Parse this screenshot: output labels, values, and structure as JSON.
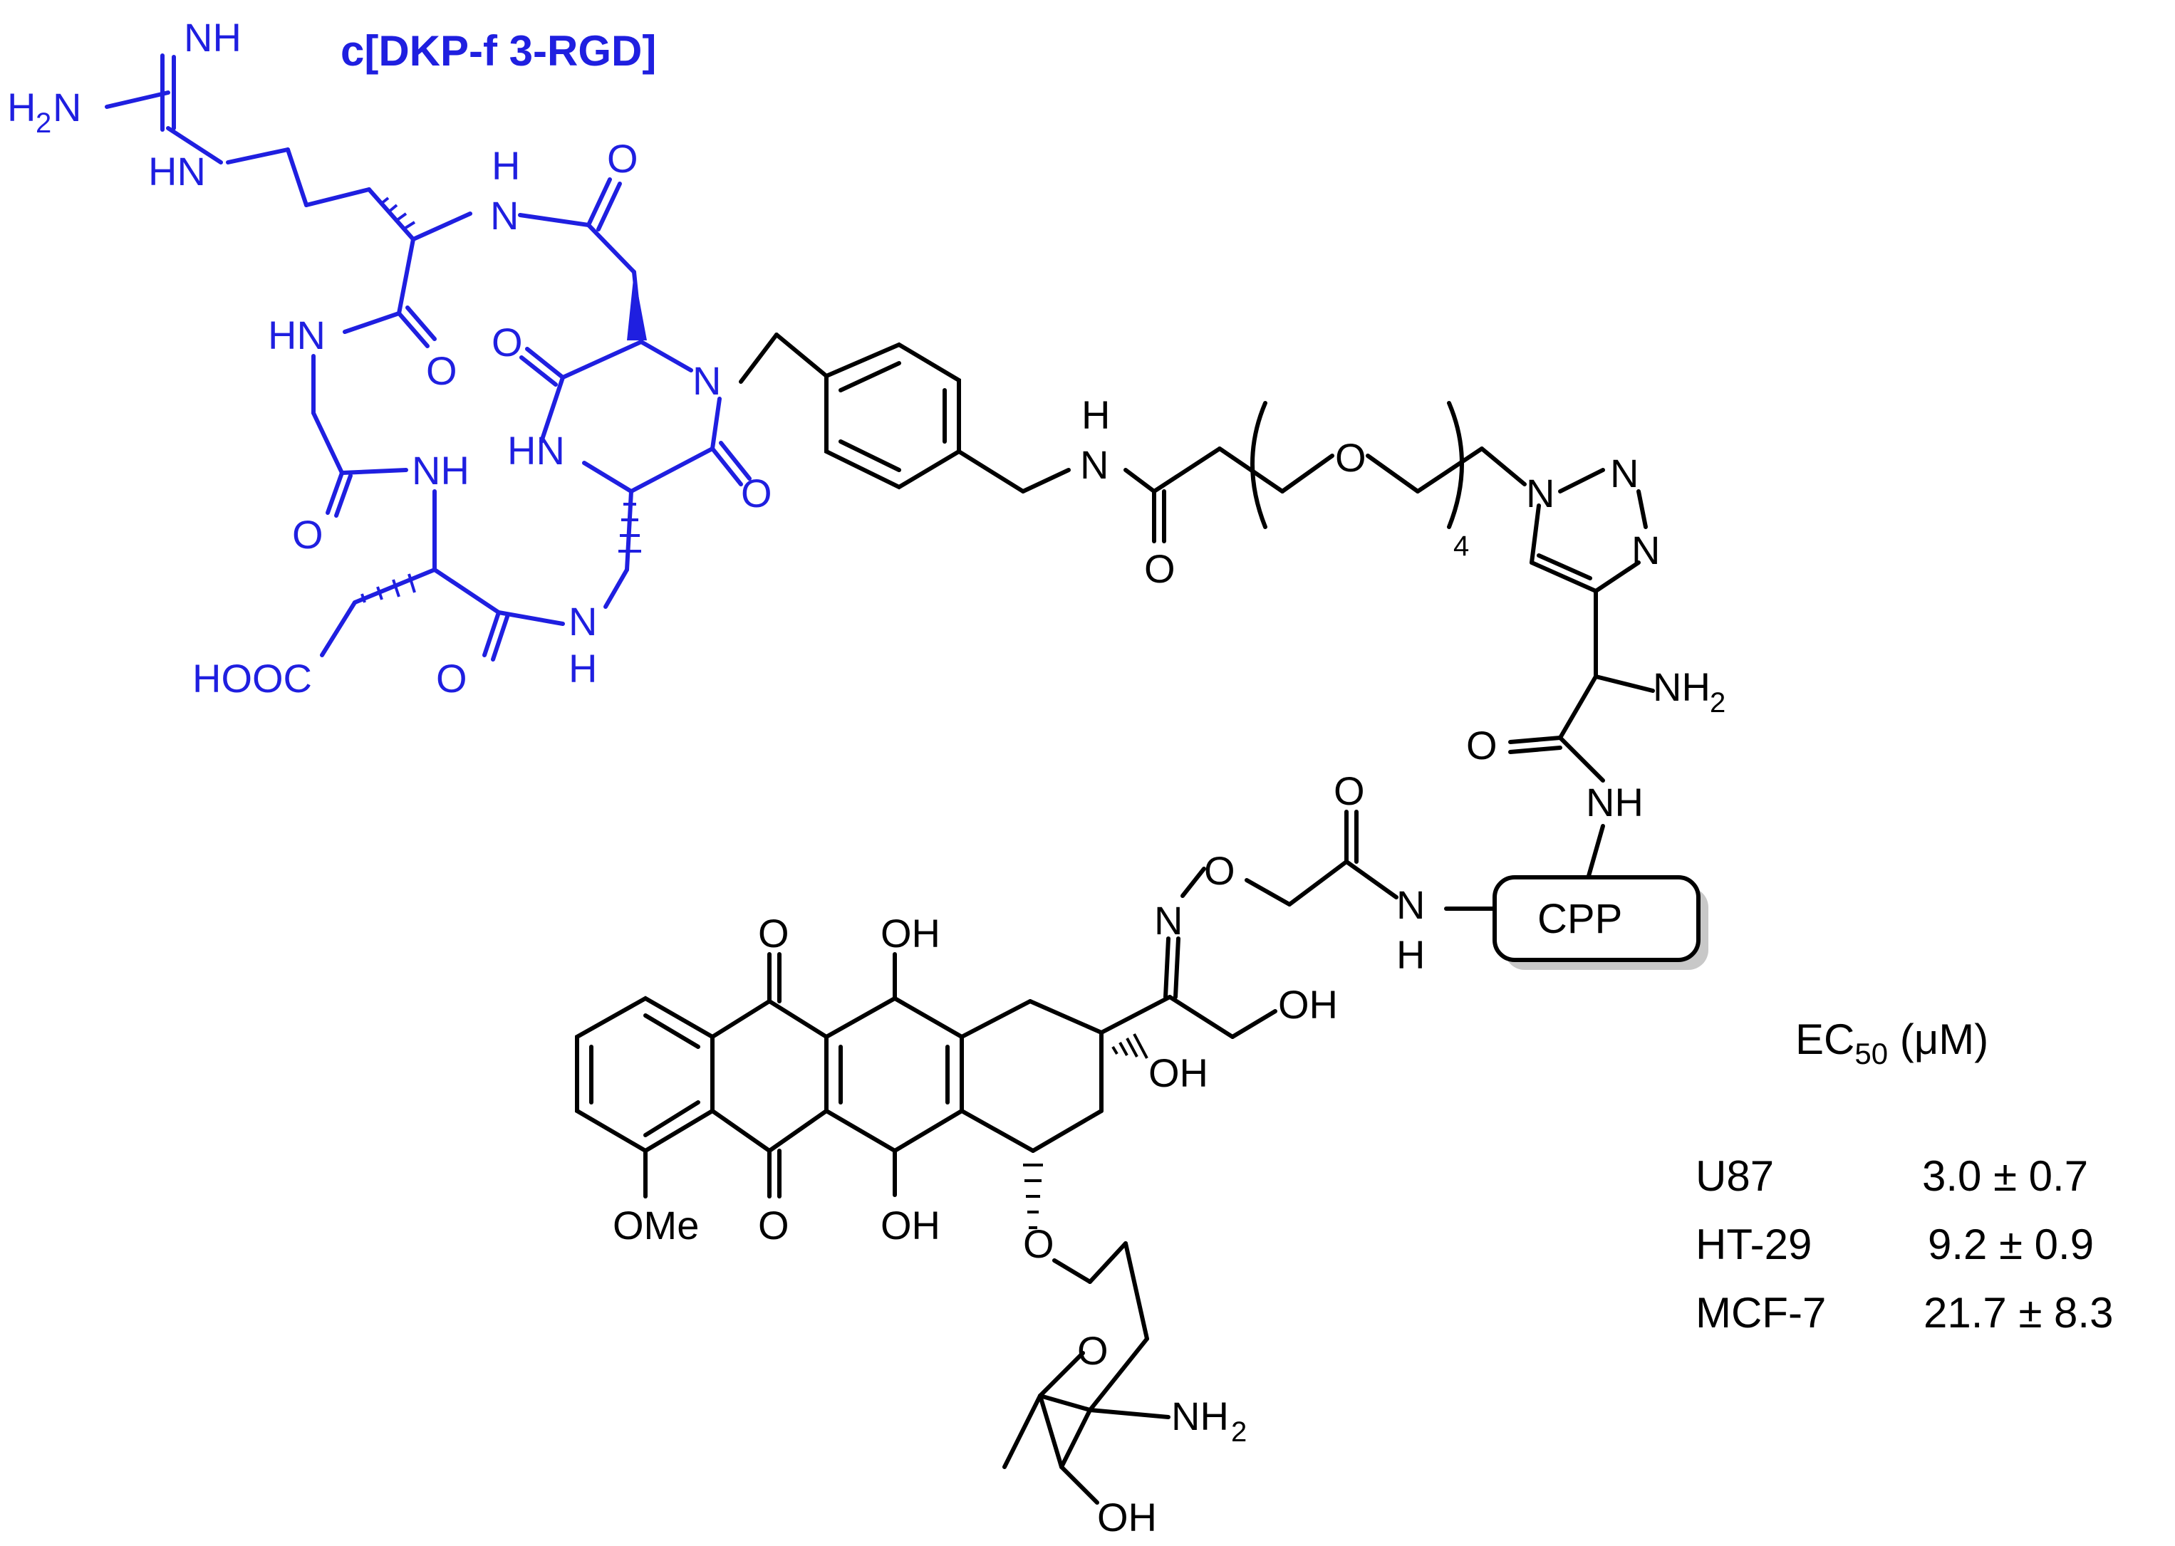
{
  "title": "c[DKP-f 3-RGD]",
  "atoms": {
    "nh_top": "NH",
    "h2n": "H",
    "h2n_sub": "2",
    "h2n_n": "N",
    "hn_guan": "HN",
    "nh_amide_top_h": "H",
    "nh_amide_top_n": "N",
    "o_top": "O",
    "hn_gly": "HN",
    "o_gly": "O",
    "o_dkp_left": "O",
    "n_dkp": "N",
    "hn_dkp": "HN",
    "o_dkp_right": "O",
    "nh_asp": "NH",
    "o_asp": "O",
    "hooc": "HOOC",
    "o_bottom": "O",
    "n_bottom": "N",
    "h_bottom": "H",
    "linker_h": "H",
    "linker_n": "N",
    "linker_o_carbonyl": "O",
    "peg_o": "O",
    "peg_repeat": "4",
    "triazole_n1": "N",
    "triazole_n2": "N",
    "triazole_n3": "N",
    "nh2_alpha": "NH",
    "nh2_alpha_sub": "2",
    "o_amide": "O",
    "nh_amide": "NH",
    "cpp": "CPP",
    "o_glyco_carbonyl": "O",
    "o_oxime": "O",
    "n_oxime": "N",
    "nh_cpp_n": "N",
    "nh_cpp_h": "H",
    "oh_ch2": "OH",
    "oh_ring_top": "OH",
    "oh_ring_bottom": "OH",
    "oh_c9": "OH",
    "o_quinone_top": "O",
    "o_quinone_bottom": "O",
    "ome": "OMe",
    "o_glycoside": "O",
    "o_sugar_ring": "O",
    "nh2_sugar": "NH",
    "nh2_sugar_sub": "2",
    "oh_sugar": "OH"
  },
  "ec50": {
    "header_main": "EC",
    "header_sub": "50",
    "header_unit": " (μM)",
    "rows": [
      {
        "cell": "U87",
        "value": "3.0 ±  0.7"
      },
      {
        "cell": "HT-29",
        "value": "9.2 ± 0.9"
      },
      {
        "cell": "MCF-7",
        "value": "21.7 ±  8.3"
      }
    ]
  },
  "colors": {
    "peptide": "#1f1fe0",
    "conjugate": "#000000"
  }
}
